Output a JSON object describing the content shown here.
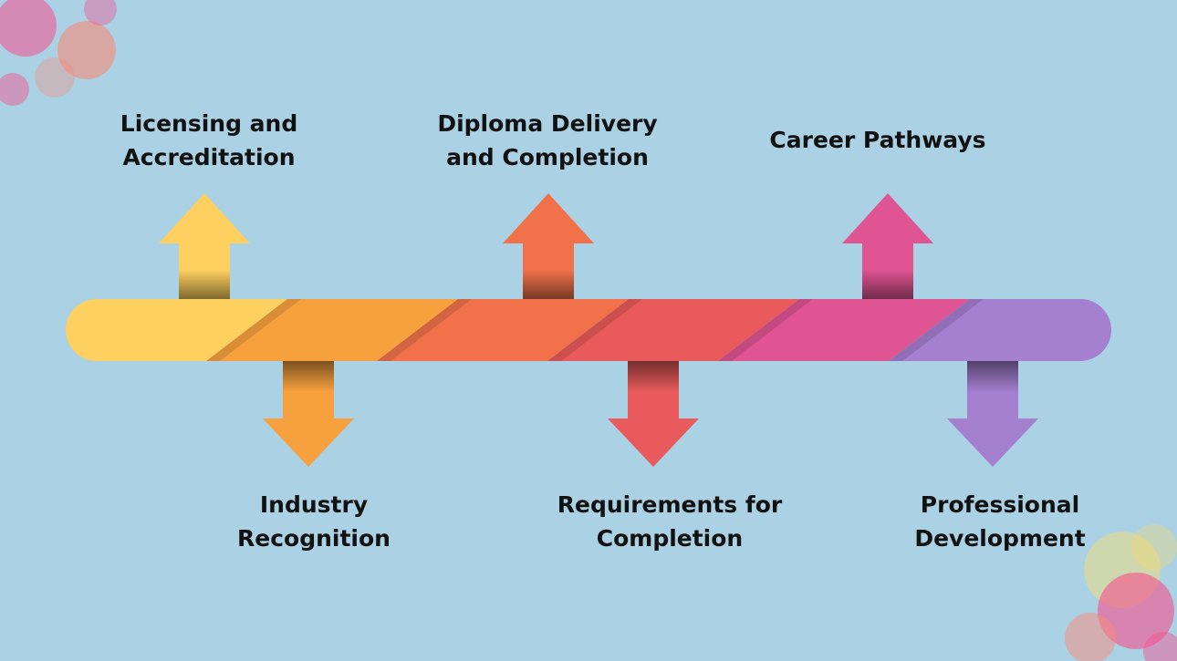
{
  "colors": {
    "background": "#abd1e4",
    "stages": [
      "#fdd05f",
      "#f7a13e",
      "#f1724a",
      "#e85a5b",
      "#df5493",
      "#a57fd0"
    ],
    "decor_pink": "#f7508f",
    "decor_coral": "#f98b78",
    "decor_yellow": "#f9de6a",
    "text": "#111111"
  },
  "steps": [
    {
      "line1": "Licensing and",
      "line2": "Accreditation",
      "direction": "up"
    },
    {
      "line1": "Industry",
      "line2": "Recognition",
      "direction": "down"
    },
    {
      "line1": "Diploma Delivery",
      "line2": "and Completion",
      "direction": "up"
    },
    {
      "line1": "Requirements for",
      "line2": "Completion",
      "direction": "down"
    },
    {
      "line1": "Career Pathways",
      "line2": "",
      "direction": "up"
    },
    {
      "line1": "Professional",
      "line2": "Development",
      "direction": "down"
    }
  ]
}
